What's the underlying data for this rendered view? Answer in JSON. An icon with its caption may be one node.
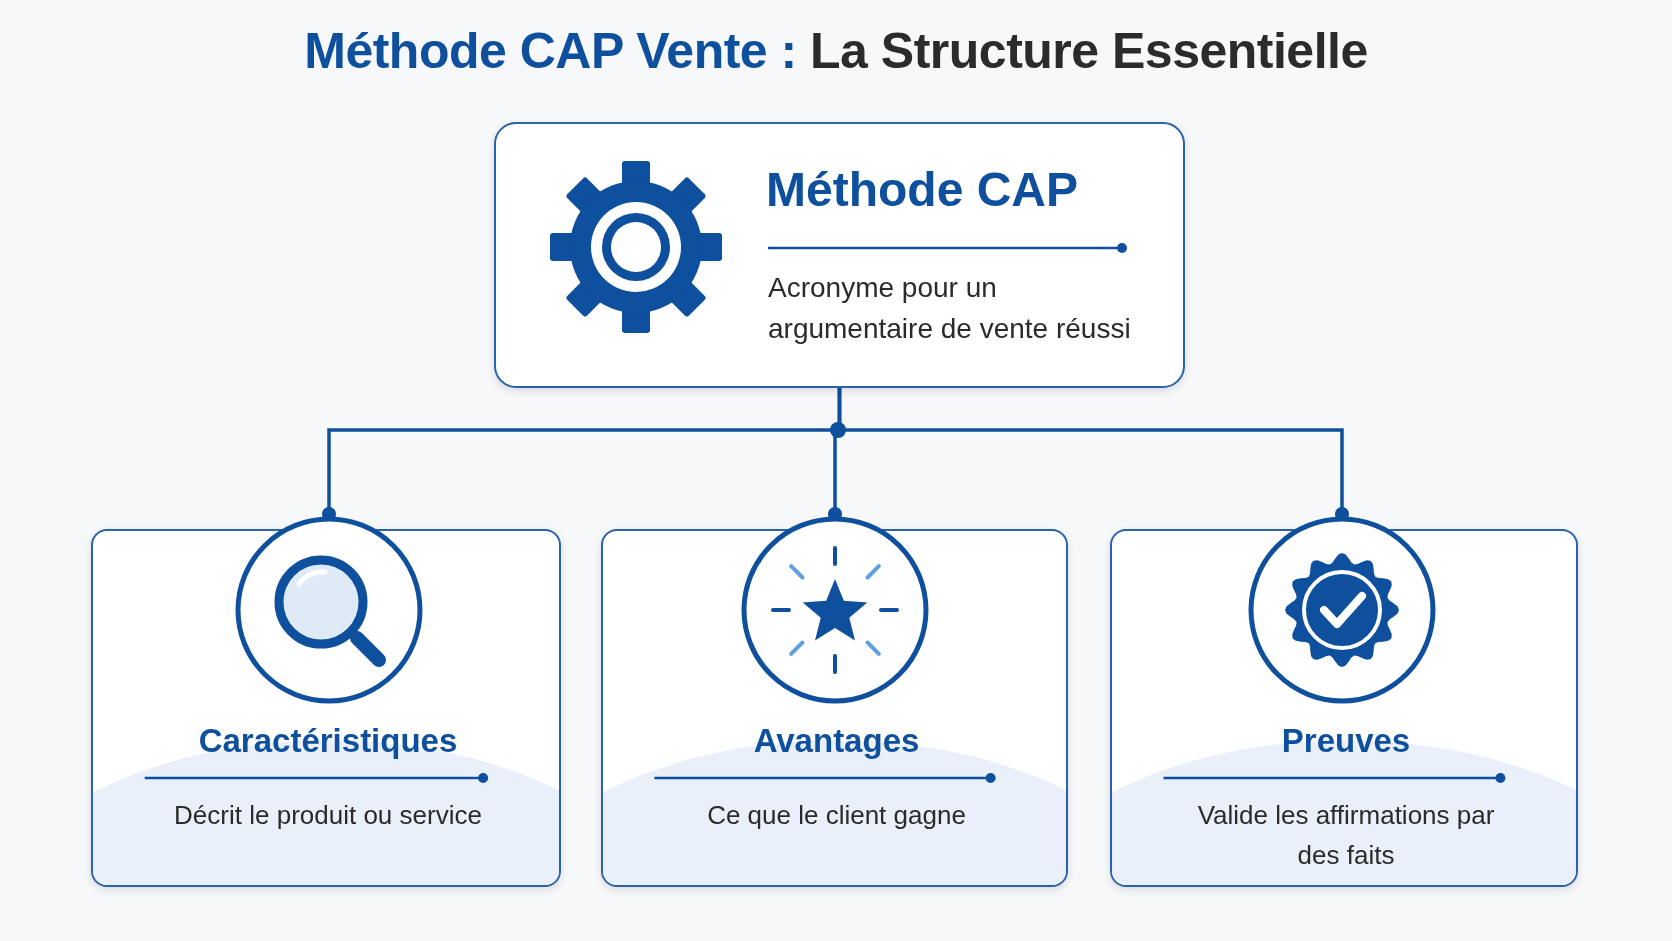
{
  "diagram": {
    "title": "**Méthode CAP Vente :** La Structure Essentielle",
    "nodes": [
      {
        "text": [
          "Méthode CAP",
          "Acronyme pour un argumentaire de vente réussi"
        ]
      },
      {
        "text": [
          "Caractéristiques",
          "Décrit le produit ou service"
        ]
      },
      {
        "text": [
          "Avantages",
          "Ce que le client gagne"
        ]
      },
      {
        "text": [
          "Preuves",
          "Valide les affirmations par des faits"
        ]
      }
    ],
    "edges": [
      {
        "from": 0,
        "to": 1,
        "arrow": "other"
      },
      {
        "from": 0,
        "to": 2,
        "arrow": "other"
      },
      {
        "from": 0,
        "to": 3,
        "arrow": "other"
      }
    ]
  }
}
